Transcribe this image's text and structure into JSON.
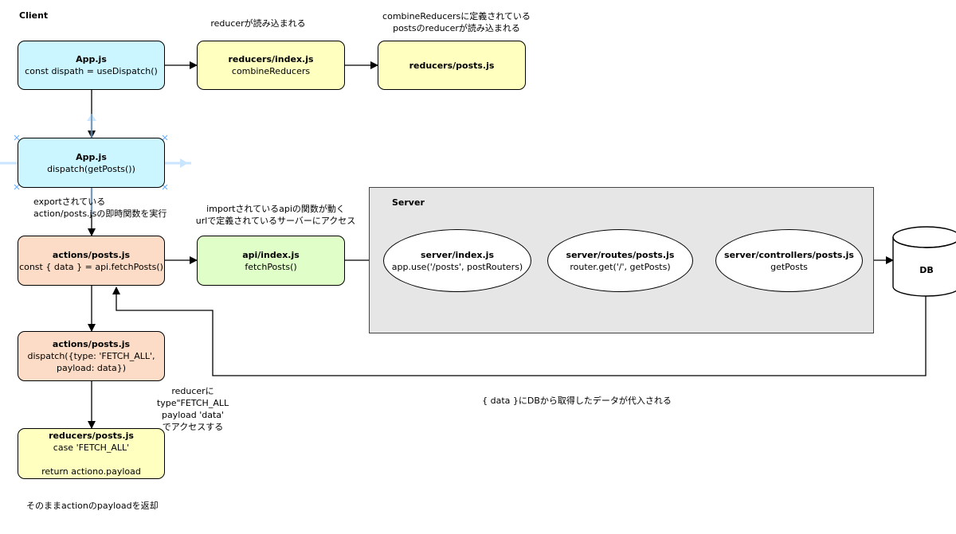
{
  "client_label": "Client",
  "server_label": "Server",
  "colors": {
    "cyan": "#ccf6ff",
    "yellow": "#ffffc0",
    "green": "#e0ffc8",
    "orange": "#fcdcc6",
    "server_bg": "#e6e6e6",
    "selection": "#7fbfff"
  },
  "nodes": {
    "app_js_1": {
      "title": "App.js",
      "sub": "const dispath = useDispatch()"
    },
    "reducers_index": {
      "title": "reducers/index.js",
      "sub": "combineReducers"
    },
    "reducers_posts_top": {
      "title": "reducers/posts.js",
      "sub": ""
    },
    "app_js_2": {
      "title": "App.js",
      "sub": "dispatch(getPosts())"
    },
    "actions_posts_1": {
      "title": "actions/posts.js",
      "sub": "const { data } = api.fetchPosts()"
    },
    "api_index": {
      "title": "api/index.js",
      "sub": "fetchPosts()"
    },
    "actions_posts_2": {
      "title": "actions/posts.js",
      "sub": "dispatch({type: 'FETCH_ALL',\npayload: data})"
    },
    "reducers_posts_bottom": {
      "title": "reducers/posts.js",
      "sub": "case 'FETCH_ALL'\n\nreturn actiono.payload"
    },
    "server_index": {
      "title": "server/index.js",
      "sub": "app.use('/posts', postRouters)"
    },
    "server_routes": {
      "title": "server/routes/posts.js",
      "sub": "router.get('/', getPosts)"
    },
    "server_controllers": {
      "title": "server/controllers/posts.js",
      "sub": "getPosts"
    },
    "db": {
      "title": "DB"
    }
  },
  "annotations": {
    "reducer_loaded": "reducerが読み込まれる",
    "combine_line1": "combineReducersに定義されている",
    "combine_line2": "postsのreducerが読み込まれる",
    "export_line1": "exportされている",
    "export_line2": "action/posts.jsの即時関数を実行",
    "import_line1": "importされているapiの関数が動く",
    "import_line2": "urlで定義されているサーバーにアクセス",
    "reducer_access_line1": "reducerに",
    "reducer_access_line2": "type\"FETCH_ALL",
    "reducer_access_line3": "payload 'data'",
    "reducer_access_line4": "でアクセスする",
    "data_assigned": "{ data }にDBから取得したデータが代入される",
    "return_payload": "そのままactionのpayloadを返却"
  }
}
